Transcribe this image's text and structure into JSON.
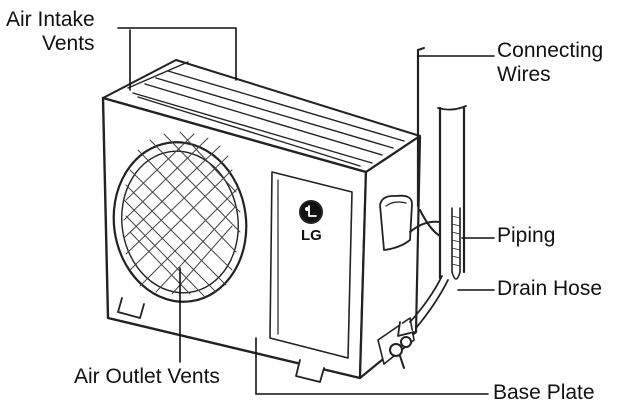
{
  "labels": {
    "air_intake_line1": "Air Intake",
    "air_intake_line2": "Vents",
    "connecting_line1": "Connecting",
    "connecting_line2": "Wires",
    "piping": "Piping",
    "drain_hose": "Drain Hose",
    "air_outlet": "Air Outlet Vents",
    "base_plate": "Base Plate"
  },
  "logo": {
    "brand": "LG"
  }
}
